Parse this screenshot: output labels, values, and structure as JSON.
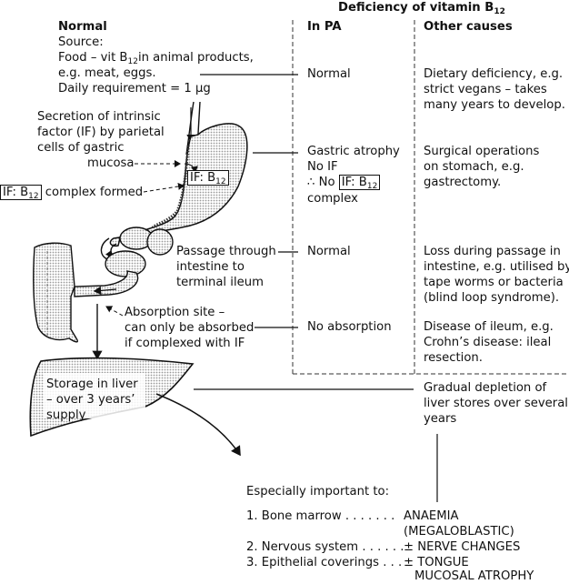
{
  "header": {
    "title": "Deficiency of vitamin B",
    "title_sub": "12"
  },
  "columns": {
    "normal": "Normal",
    "in_pa": "In PA",
    "other": "Other causes"
  },
  "normal": {
    "source_label": "Source:",
    "source_line1_pre": "Food – vit B",
    "source_line1_sub": "12",
    "source_line1_post": " in animal products,",
    "source_line2": "e.g. meat, eggs.",
    "daily": "Daily requirement = 1 μg",
    "secretion": [
      "Secretion of intrinsic",
      "factor (IF) by parietal",
      "cells of gastric"
    ],
    "mucosa": "mucosa",
    "if_box_pre": "IF: B",
    "if_box_sub": "12",
    "complex_formed": "complex formed",
    "passage": [
      "Passage through",
      "intestine to",
      "terminal ileum"
    ],
    "absorption": [
      "Absorption site –",
      "can only be absorbed",
      "if complexed with IF"
    ],
    "liver": [
      "Storage in liver",
      "– over 3 years’",
      "supply"
    ]
  },
  "pa": {
    "row1": "Normal",
    "row2_line1": "Gastric atrophy",
    "row2_line2": "No IF",
    "row2_line3_pre": "∴ No",
    "row2_line4": "complex",
    "row3": "Normal",
    "row4": "No absorption"
  },
  "other": {
    "row1": [
      "Dietary deficiency, e.g.",
      "strict vegans – takes",
      "many years to develop."
    ],
    "row2": [
      "Surgical operations",
      "on stomach, e.g.",
      "gastrectomy."
    ],
    "row3": [
      "Loss during passage in",
      "intestine, e.g. utilised by",
      "tape worms or bacteria",
      "(blind loop syndrome)."
    ],
    "row4": [
      "Disease of ileum, e.g.",
      "Crohn’s disease: ileal",
      "resection."
    ]
  },
  "depletion": [
    "Gradual depletion of",
    "liver stores over several",
    "years"
  ],
  "important": {
    "title": "Especially important to:",
    "items": [
      {
        "label": "1. Bone marrow",
        "dots": ". . . . . . .",
        "effect": [
          "ANAEMIA",
          "(MEGALOBLASTIC)"
        ]
      },
      {
        "label": "2. Nervous system",
        "dots": ". . . . . .",
        "effect": [
          "± NERVE CHANGES"
        ]
      },
      {
        "label": "3. Epithelial coverings",
        "dots": ". . .",
        "effect": [
          "± TONGUE",
          "  MUCOSAL ATROPHY"
        ]
      }
    ]
  }
}
